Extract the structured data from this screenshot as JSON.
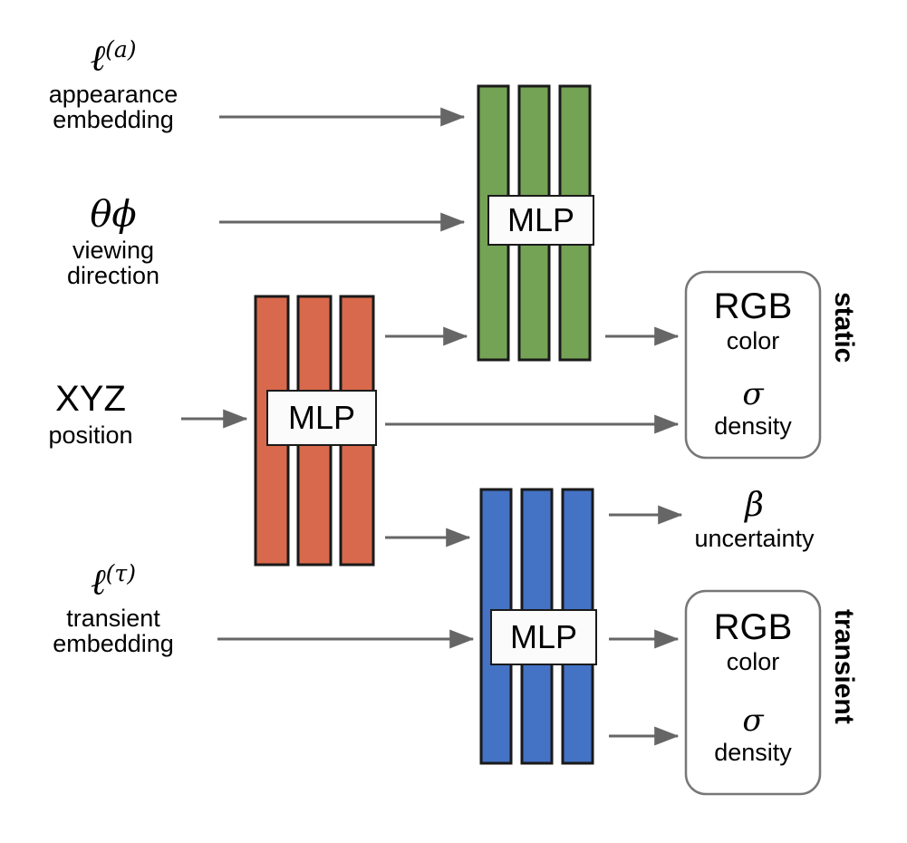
{
  "figure": {
    "title": "NeRF-W two-branch MLP architecture diagram",
    "background_color": "#ffffff",
    "line_color": "#666666",
    "outline_color": "#1a1a1a"
  },
  "inputs": [
    {
      "id": "appearance",
      "symbol": "ℓ",
      "superscript": "(a)",
      "caption_line1": "appearance",
      "caption_line2": "embedding"
    },
    {
      "id": "viewdir",
      "symbol": "θϕ",
      "superscript": "",
      "caption_line1": "viewing",
      "caption_line2": "direction"
    },
    {
      "id": "position",
      "symbol": "XYZ",
      "superscript": "",
      "caption_line1": "position",
      "caption_line2": ""
    },
    {
      "id": "transient",
      "symbol": "ℓ",
      "superscript": "(τ)",
      "caption_line1": "transient",
      "caption_line2": "embedding"
    }
  ],
  "networks": [
    {
      "id": "position-mlp",
      "label": "MLP",
      "color": "#d9694c",
      "bars": 3
    },
    {
      "id": "static-mlp",
      "label": "MLP",
      "color": "#74a355",
      "bars": 3
    },
    {
      "id": "transient-mlp",
      "label": "MLP",
      "color": "#4472c4",
      "bars": 3
    }
  ],
  "outputs": [
    {
      "id": "static-output",
      "rgb_label": "RGB",
      "rgb_caption": "color",
      "sigma_label": "σ",
      "sigma_caption": "density",
      "branch_label": "static"
    },
    {
      "id": "transient-output",
      "rgb_label": "RGB",
      "rgb_caption": "color",
      "sigma_label": "σ",
      "sigma_caption": "density",
      "branch_label": "transient"
    }
  ],
  "uncertainty": {
    "symbol": "β",
    "caption": "uncertainty"
  },
  "chart_data": {
    "type": "diagram",
    "title": "NeRF in the Wild network architecture",
    "nodes": [
      {
        "name": "appearance embedding",
        "kind": "input",
        "symbol": "ℓ^(a)"
      },
      {
        "name": "viewing direction",
        "kind": "input",
        "symbol": "θϕ"
      },
      {
        "name": "position",
        "kind": "input",
        "symbol": "XYZ"
      },
      {
        "name": "transient embedding",
        "kind": "input",
        "symbol": "ℓ^(τ)"
      },
      {
        "name": "position MLP",
        "kind": "mlp",
        "color": "#d9694c"
      },
      {
        "name": "static MLP",
        "kind": "mlp",
        "color": "#74a355"
      },
      {
        "name": "transient MLP",
        "kind": "mlp",
        "color": "#4472c4"
      },
      {
        "name": "static RGB/sigma",
        "kind": "output",
        "branch": "static"
      },
      {
        "name": "transient RGB/sigma",
        "kind": "output",
        "branch": "transient"
      },
      {
        "name": "uncertainty beta",
        "kind": "output",
        "branch": "transient"
      }
    ],
    "edges": [
      {
        "from": "appearance embedding",
        "to": "static MLP"
      },
      {
        "from": "viewing direction",
        "to": "static MLP"
      },
      {
        "from": "position",
        "to": "position MLP"
      },
      {
        "from": "position MLP",
        "to": "static MLP"
      },
      {
        "from": "position MLP",
        "to": "static RGB/sigma"
      },
      {
        "from": "position MLP",
        "to": "transient MLP"
      },
      {
        "from": "static MLP",
        "to": "static RGB/sigma"
      },
      {
        "from": "transient embedding",
        "to": "transient MLP"
      },
      {
        "from": "transient MLP",
        "to": "uncertainty beta"
      },
      {
        "from": "transient MLP",
        "to": "transient RGB/sigma"
      },
      {
        "from": "transient MLP",
        "to": "transient RGB/sigma"
      }
    ]
  }
}
